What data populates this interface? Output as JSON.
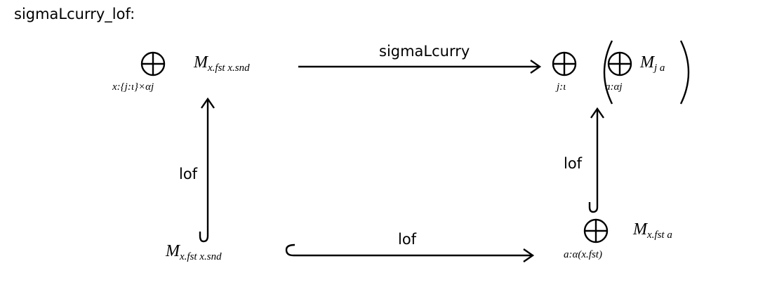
{
  "title": "sigmaLcurry_lof:",
  "nodes": {
    "top_left": {
      "sum_index": "x:{j:ι}×αj",
      "term_base": "M",
      "term_sub": "x.fst x.snd"
    },
    "top_right": {
      "outer_index": "j:ι",
      "inner_index": "a:αj",
      "term_base": "M",
      "term_sub": "j a"
    },
    "bottom_left": {
      "term_base": "M",
      "term_sub": "x.fst x.snd"
    },
    "bottom_right": {
      "sum_index": "a:α(x.fst)",
      "term_base": "M",
      "term_sub": "x.fst a"
    }
  },
  "arrows": {
    "top": "sigmaLcurry",
    "left": "lof",
    "right": "lof",
    "bottom": "lof"
  }
}
